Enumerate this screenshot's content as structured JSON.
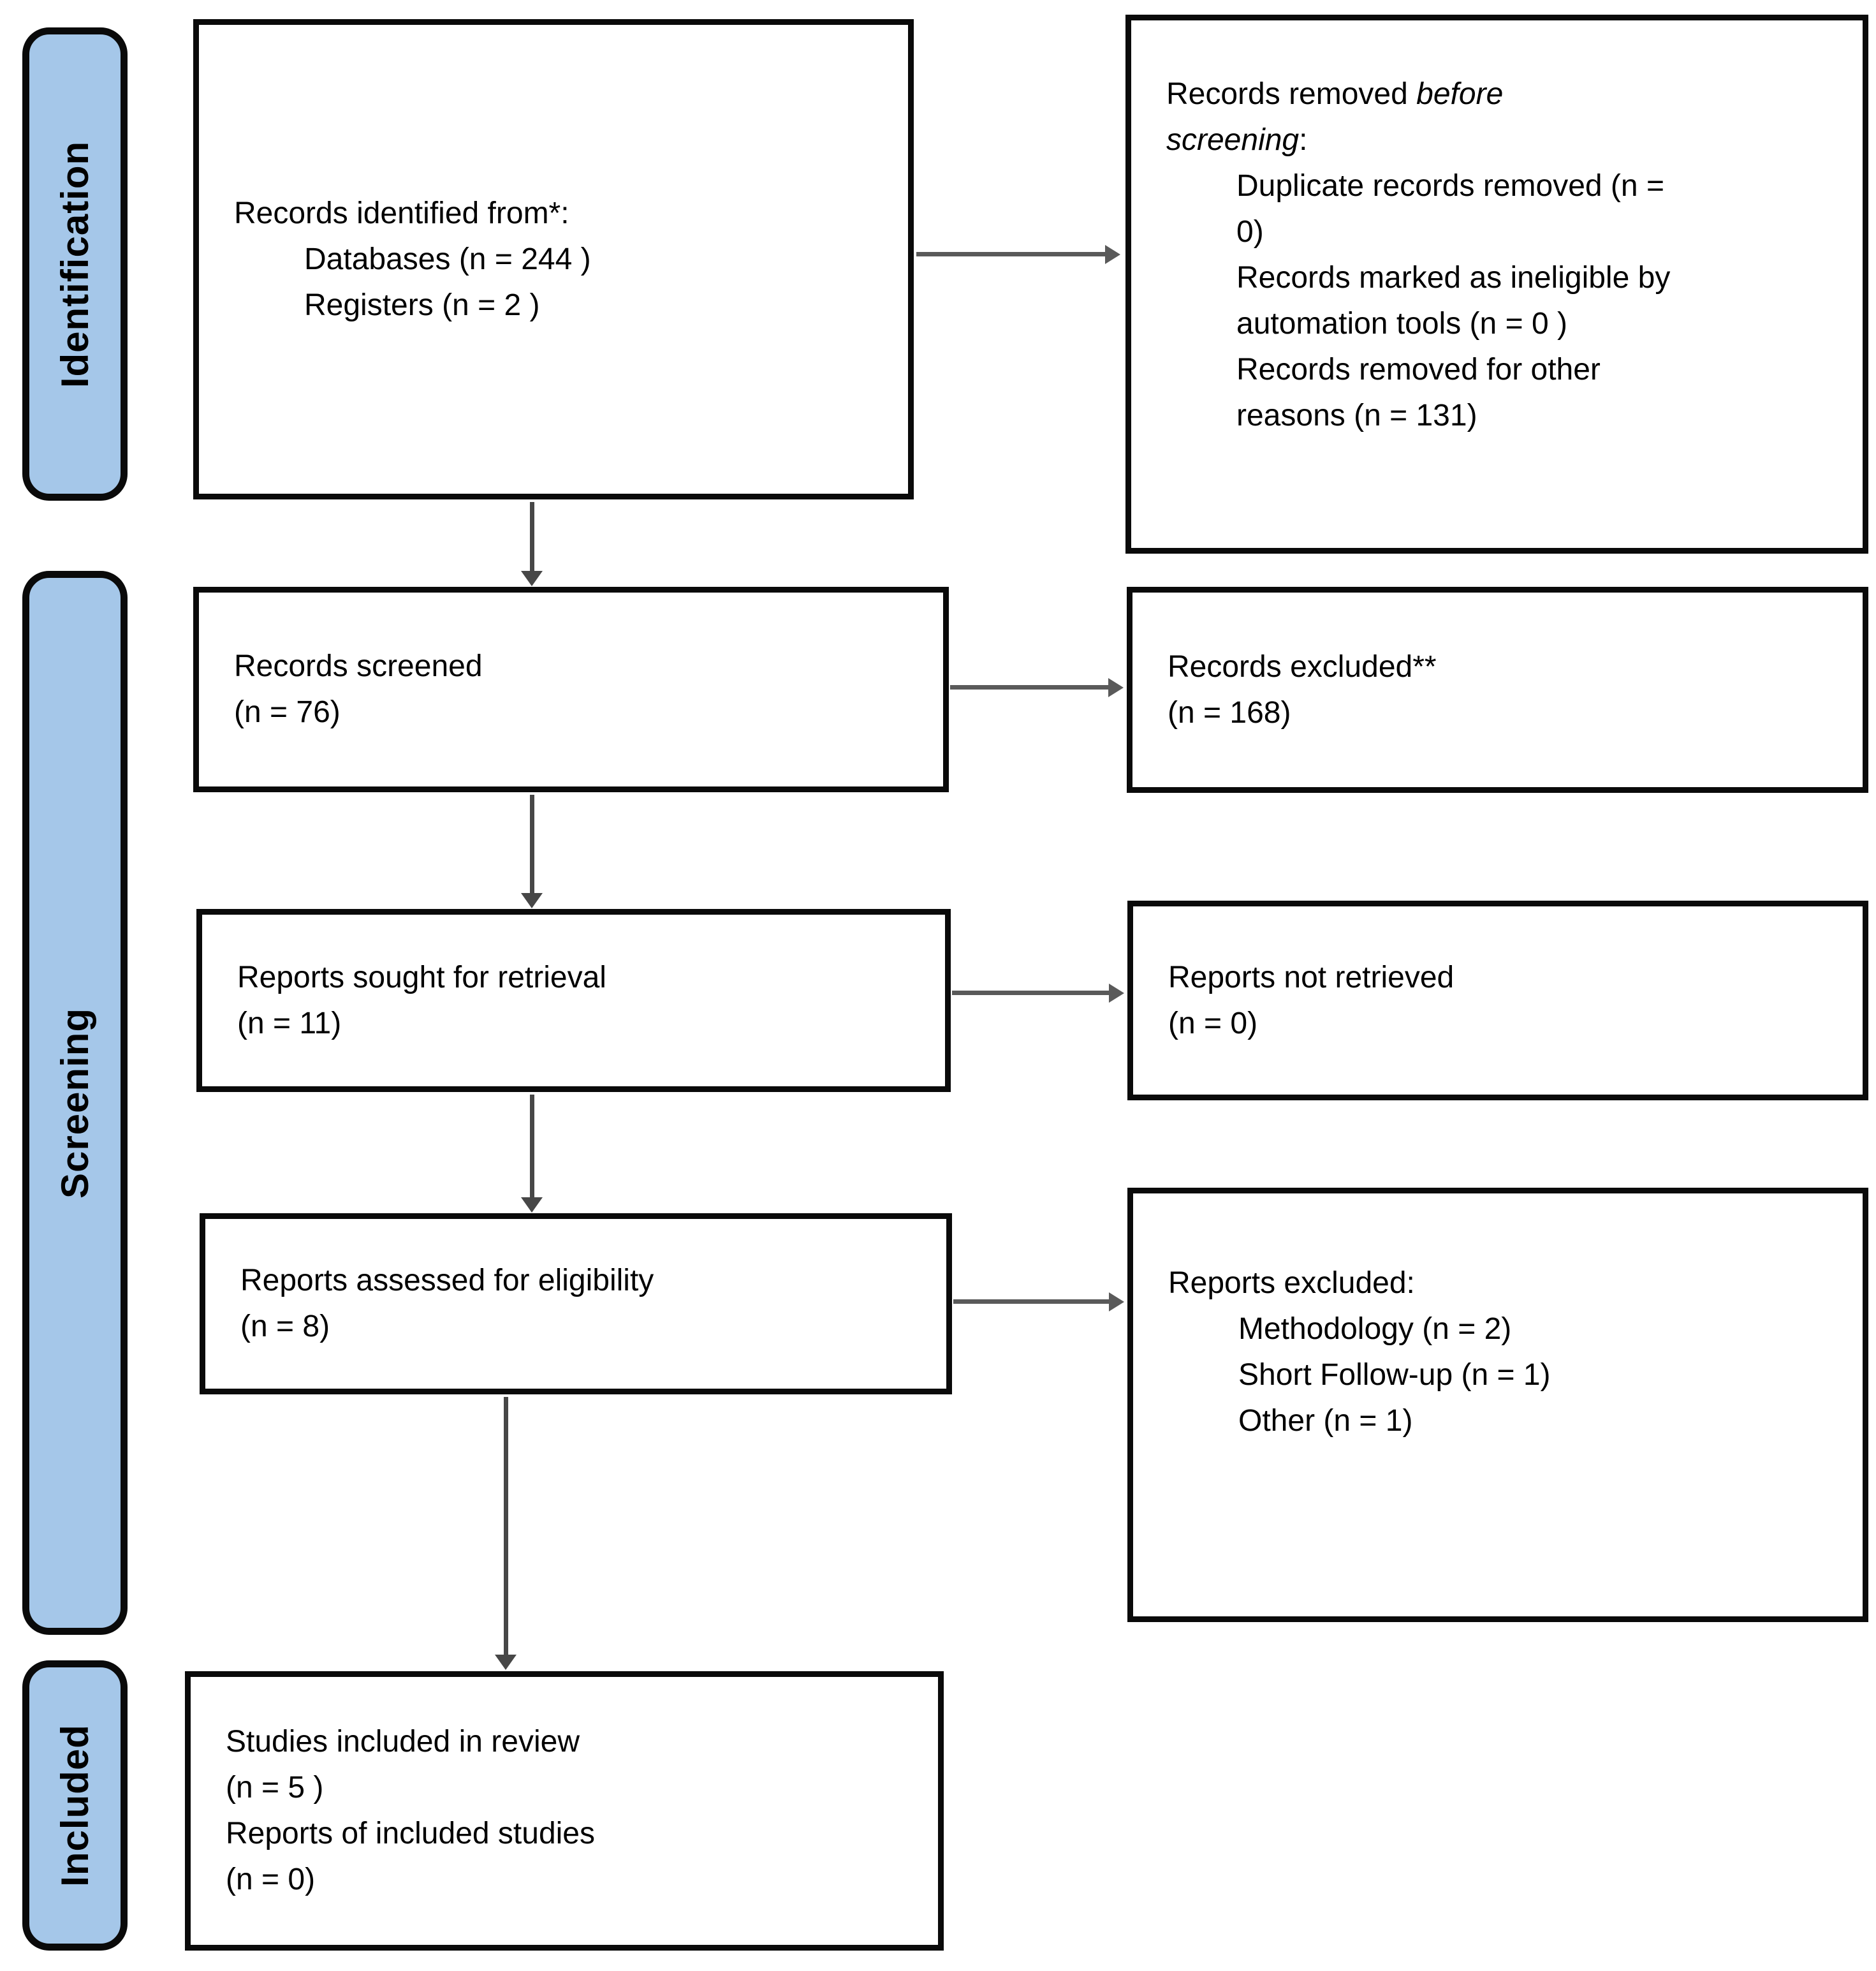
{
  "figure": {
    "type": "prisma-flow-diagram",
    "background": "#ffffff",
    "stage_bar_fill": "#A5C7E9",
    "stage_bar_border": "#0a0a0a",
    "box_border": "#0a0a0a",
    "arrow_color": "#555555"
  },
  "stages": [
    {
      "label": "Identification"
    },
    {
      "label": "Screening"
    },
    {
      "label": "Included"
    }
  ],
  "boxes": {
    "identified": {
      "title": "Records identified from*:",
      "items": [
        "Databases (n = 244 )",
        "Registers (n = 2 )"
      ]
    },
    "removed_before_screening": {
      "intro_plain": "Records removed ",
      "intro_italic": "before screening",
      "intro_suffix": ":",
      "items": [
        "Duplicate records removed (n = 0)",
        "Records marked as ineligible by automation tools (n = 0 )",
        "Records removed for other reasons (n = 131)"
      ]
    },
    "records_screened": {
      "line1": "Records screened",
      "line2": "(n = 76)"
    },
    "records_excluded": {
      "line1": "Records excluded**",
      "line2": "(n = 168)"
    },
    "reports_sought": {
      "line1": "Reports sought for retrieval",
      "line2": "(n = 11)"
    },
    "reports_not_retrieved": {
      "line1": "Reports not retrieved",
      "line2": "(n = 0)"
    },
    "reports_assessed": {
      "line1": "Reports assessed for eligibility",
      "line2": "(n = 8)"
    },
    "reports_excluded": {
      "title": "Reports excluded:",
      "items": [
        "Methodology (n = 2)",
        "Short Follow-up  (n = 1)",
        "Other (n = 1)"
      ]
    },
    "included_studies": {
      "lines": [
        "Studies included in review",
        "(n = 5 )",
        "Reports of included studies",
        "(n = 0)"
      ]
    }
  }
}
